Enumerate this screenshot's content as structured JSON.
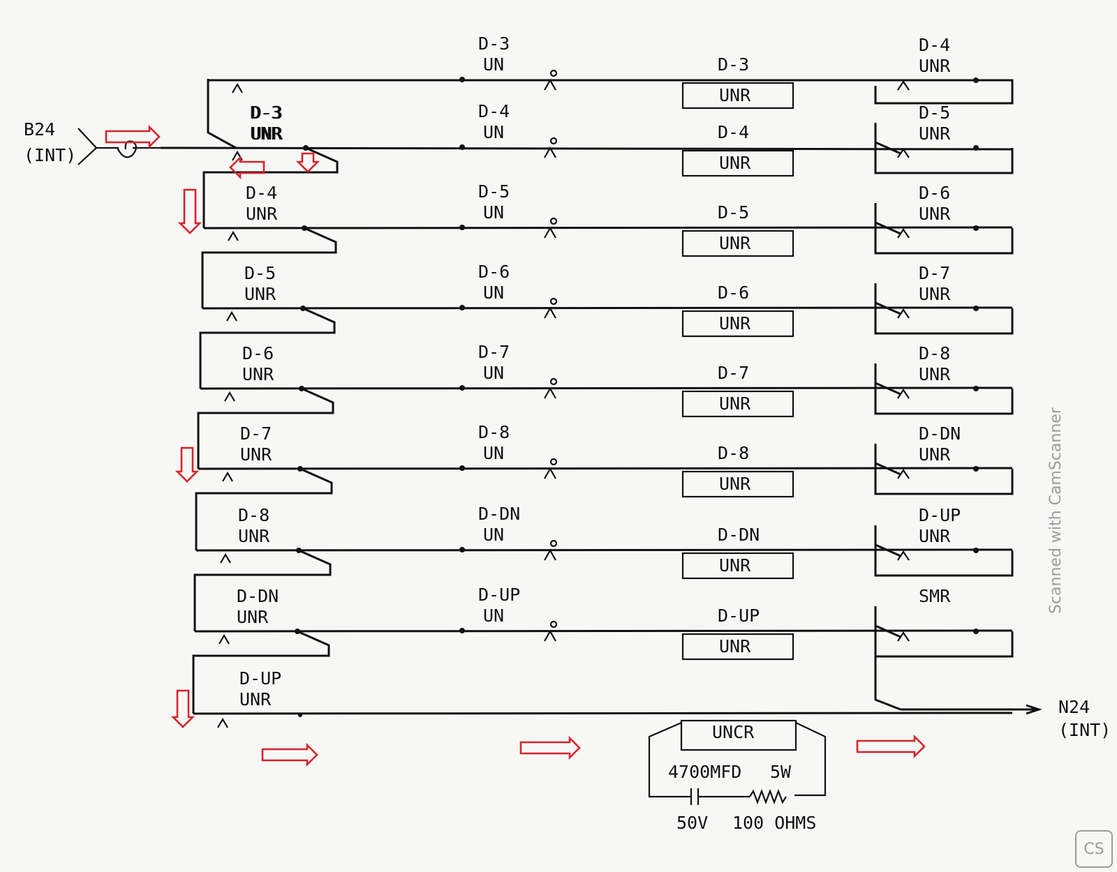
{
  "source": {
    "label": "B24",
    "sub": "(INT)"
  },
  "sink": {
    "label": "N24",
    "sub": "(INT)"
  },
  "rungs": [
    {
      "left": [
        "D-3",
        "UNR"
      ],
      "mid": [
        "D-3",
        "UN"
      ],
      "coil": [
        "D-3",
        "UNR"
      ],
      "right": [
        "D-4",
        "UNR"
      ]
    },
    {
      "left": [
        "D-3",
        "UNR"
      ],
      "mid": [
        "D-4",
        "UN"
      ],
      "coil": [
        "D-4",
        "UNR"
      ],
      "right": [
        "D-5",
        "UNR"
      ]
    },
    {
      "left": [
        "D-4",
        "UNR"
      ],
      "mid": [
        "D-5",
        "UN"
      ],
      "coil": [
        "D-5",
        "UNR"
      ],
      "right": [
        "D-6",
        "UNR"
      ]
    },
    {
      "left": [
        "D-5",
        "UNR"
      ],
      "mid": [
        "D-6",
        "UN"
      ],
      "coil": [
        "D-6",
        "UNR"
      ],
      "right": [
        "D-7",
        "UNR"
      ]
    },
    {
      "left": [
        "D-6",
        "UNR"
      ],
      "mid": [
        "D-7",
        "UN"
      ],
      "coil": [
        "D-7",
        "UNR"
      ],
      "right": [
        "D-8",
        "UNR"
      ]
    },
    {
      "left": [
        "D-7",
        "UNR"
      ],
      "mid": [
        "D-8",
        "UN"
      ],
      "coil": [
        "D-8",
        "UNR"
      ],
      "right": [
        "D-DN",
        "UNR"
      ]
    },
    {
      "left": [
        "D-8",
        "UNR"
      ],
      "mid": [
        "D-DN",
        "UN"
      ],
      "coil": [
        "D-DN",
        "UNR"
      ],
      "right": [
        "D-UP",
        "UNR"
      ]
    },
    {
      "left": [
        "D-DN",
        "UNR"
      ],
      "mid": [
        "D-UP",
        "UN"
      ],
      "coil": [
        "D-UP",
        "UNR"
      ],
      "right": [
        "SMR",
        ""
      ]
    },
    {
      "left": [
        "D-UP",
        "UNR"
      ]
    }
  ],
  "final_relay": {
    "label": "UNCR"
  },
  "capacitor": {
    "value": "4700MFD",
    "rating": "50V"
  },
  "resistor": {
    "power": "5W",
    "value": "100 OHMS"
  },
  "watermark": {
    "text": "Scanned with CamScanner",
    "logo": "CS"
  },
  "colors": {
    "ink": "#111111",
    "flow_arrow": "#d8232a",
    "paper": "#f7f7f5"
  }
}
